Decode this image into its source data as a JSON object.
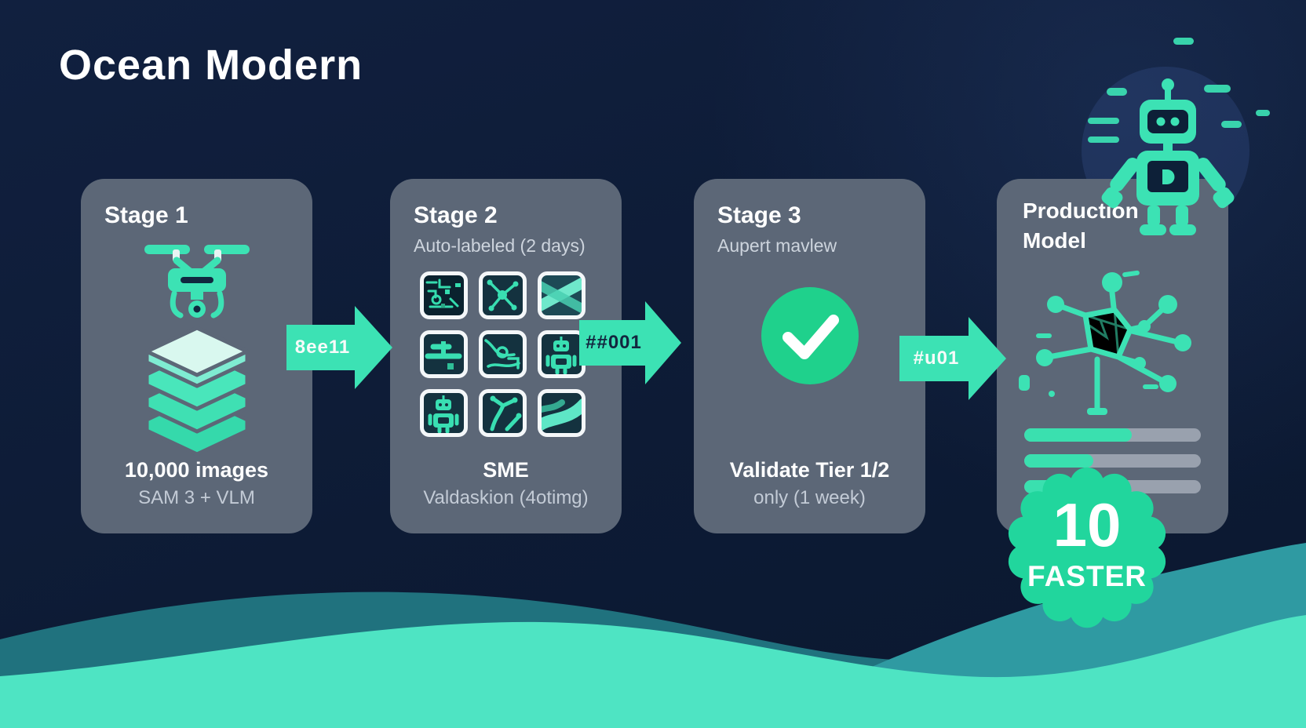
{
  "title": "Ocean Modern",
  "stages": [
    {
      "heading": "Stage 1",
      "subtitle": "",
      "line1": "10,000 images",
      "line2": "SAM 3 + VLM"
    },
    {
      "heading": "Stage 2",
      "subtitle": "Auto-labeled (2 days)",
      "line1": "SME",
      "line2": "Valdaskion (4otimg)"
    },
    {
      "heading": "Stage 3",
      "subtitle": "Aupert mavlew",
      "line1": "Validate Tier 1/2",
      "line2": "only (1 week)"
    },
    {
      "heading": "Production",
      "heading2": "Model"
    }
  ],
  "arrows": [
    {
      "label": "8ee11"
    },
    {
      "label": "##001"
    },
    {
      "label": "#u01"
    }
  ],
  "stage2_thumbnails": [
    "circuit",
    "network",
    "road-x",
    "bars",
    "map",
    "robot",
    "robot",
    "branch",
    "road-curve"
  ],
  "production": {
    "bars": [
      {
        "percent": 61
      },
      {
        "percent": 39
      },
      {
        "percent": 28
      }
    ]
  },
  "badge": {
    "value": "10",
    "label": "FASTER"
  },
  "colors": {
    "background_navy": "#0e1c38",
    "card_slate": "#5c6777",
    "accent_mint": "#3ae0af",
    "check_green": "#1fd18c",
    "badge_green": "#21d69d",
    "wave_dark_teal": "#20727e",
    "wave_mid_teal": "#2f9aa2",
    "wave_mint": "#4ee4c3"
  }
}
